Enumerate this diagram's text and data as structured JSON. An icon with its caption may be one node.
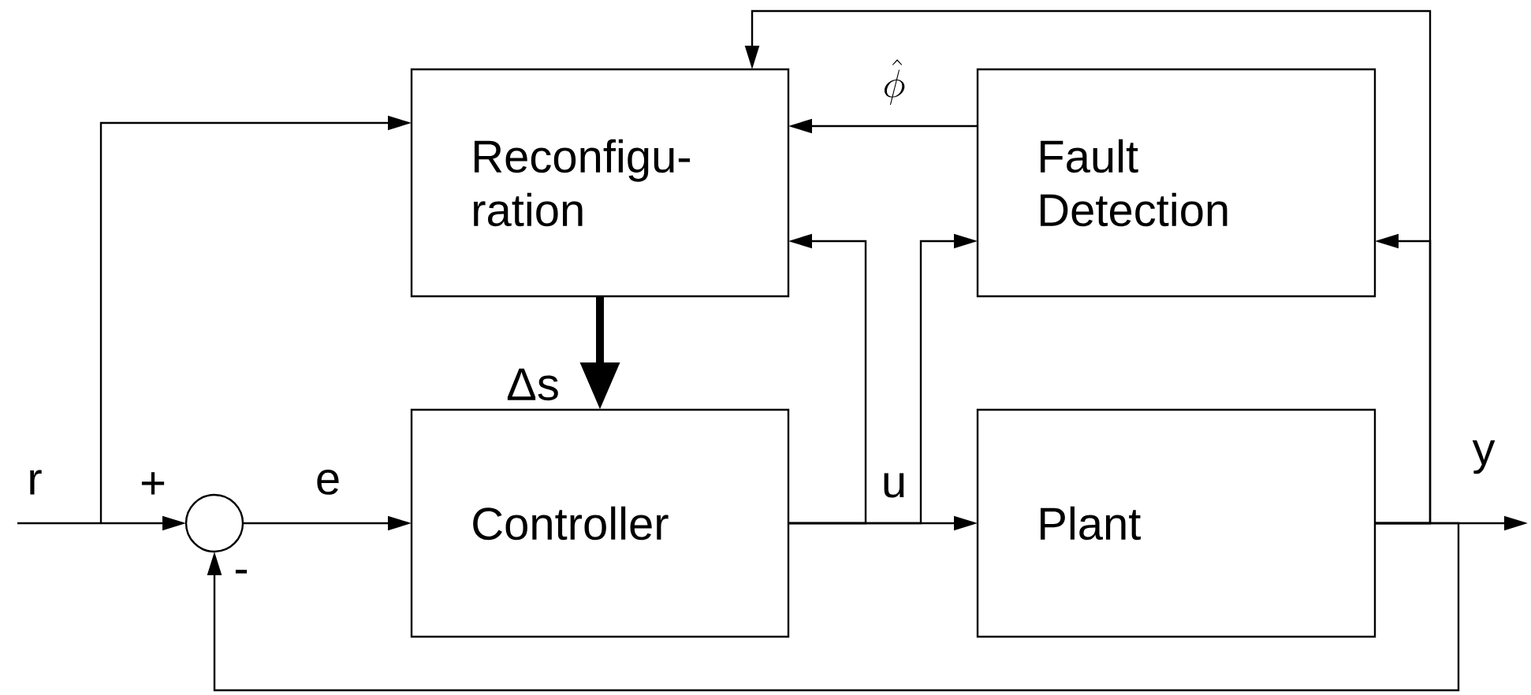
{
  "diagram": {
    "nodes": [
      {
        "text": [
          "Reconfigu- ration"
        ]
      },
      {
        "text": [
          "Fault Detection"
        ]
      },
      {
        "text": [],
        "shape": "circle"
      },
      {
        "text": [
          "Controller"
        ]
      },
      {
        "text": [
          "Plant"
        ]
      }
    ],
    "edges": [
      {
        "from": null,
        "to": 2,
        "arrow": "to",
        "label": "r"
      },
      {
        "from": null,
        "to": 0,
        "arrow": "to"
      },
      {
        "from": 2,
        "to": 3,
        "arrow": "to",
        "label": "e"
      },
      {
        "from": 0,
        "to": 3,
        "arrow": "to",
        "label": "Δs",
        "style": "thick"
      },
      {
        "from": 3,
        "to": 4,
        "arrow": "to",
        "label": "u"
      },
      {
        "from": 3,
        "to": 0,
        "arrow": "to"
      },
      {
        "from": 3,
        "to": 1,
        "arrow": "to"
      },
      {
        "from": 1,
        "to": 0,
        "arrow": "to",
        "label": "\\hat{\\phi}"
      },
      {
        "from": 4,
        "to": null,
        "arrow": "to",
        "label": "y"
      },
      {
        "from": 4,
        "to": 1,
        "arrow": "to"
      },
      {
        "from": 4,
        "to": 0,
        "arrow": "to"
      },
      {
        "from": 4,
        "to": 2,
        "arrow": "to"
      }
    ],
    "labels": [
      "+",
      "-"
    ]
  }
}
